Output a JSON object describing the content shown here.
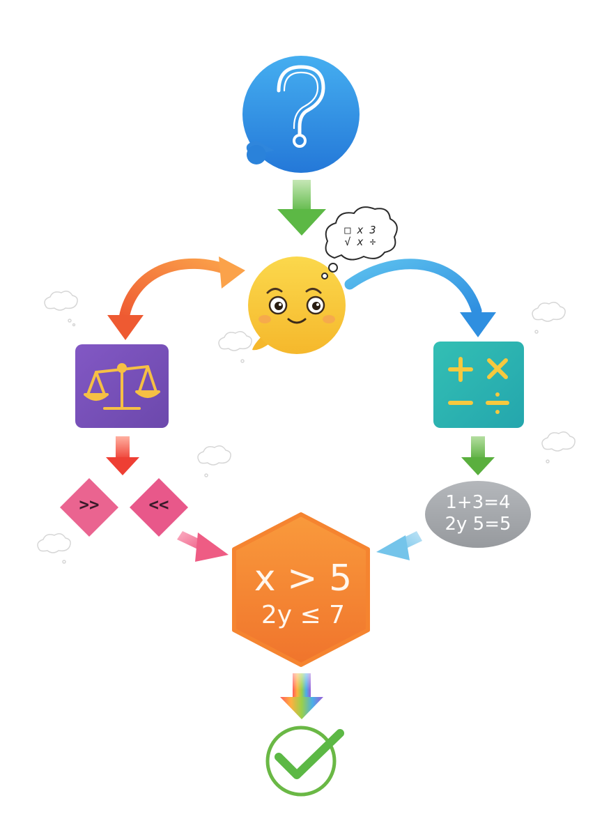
{
  "thought_bubble": {
    "line1": "□ x 3",
    "line2": "√ x ÷"
  },
  "comparison": {
    "greater": ">>",
    "less": "<<"
  },
  "equations": {
    "line1": "1+3=4",
    "line2": "2y 5=5"
  },
  "inequalities": {
    "line1": "x > 5",
    "line2": "2y ≤ 7"
  },
  "operators": {
    "plus": "+",
    "times": "×",
    "minus": "−",
    "divide": "÷"
  },
  "icons": [
    "question-icon",
    "thinking-face-icon",
    "balance-scale-icon",
    "math-operators-icon",
    "checkmark-icon"
  ],
  "colors": {
    "question": "#2f8fe0",
    "face": "#f8c53a",
    "scale_box": "#7a52b8",
    "operators_box": "#2bb3b0",
    "hexagon": "#f58430",
    "check": "#6ab845",
    "diamond": "#e85f8e",
    "ellipse": "#a6a9ad"
  }
}
